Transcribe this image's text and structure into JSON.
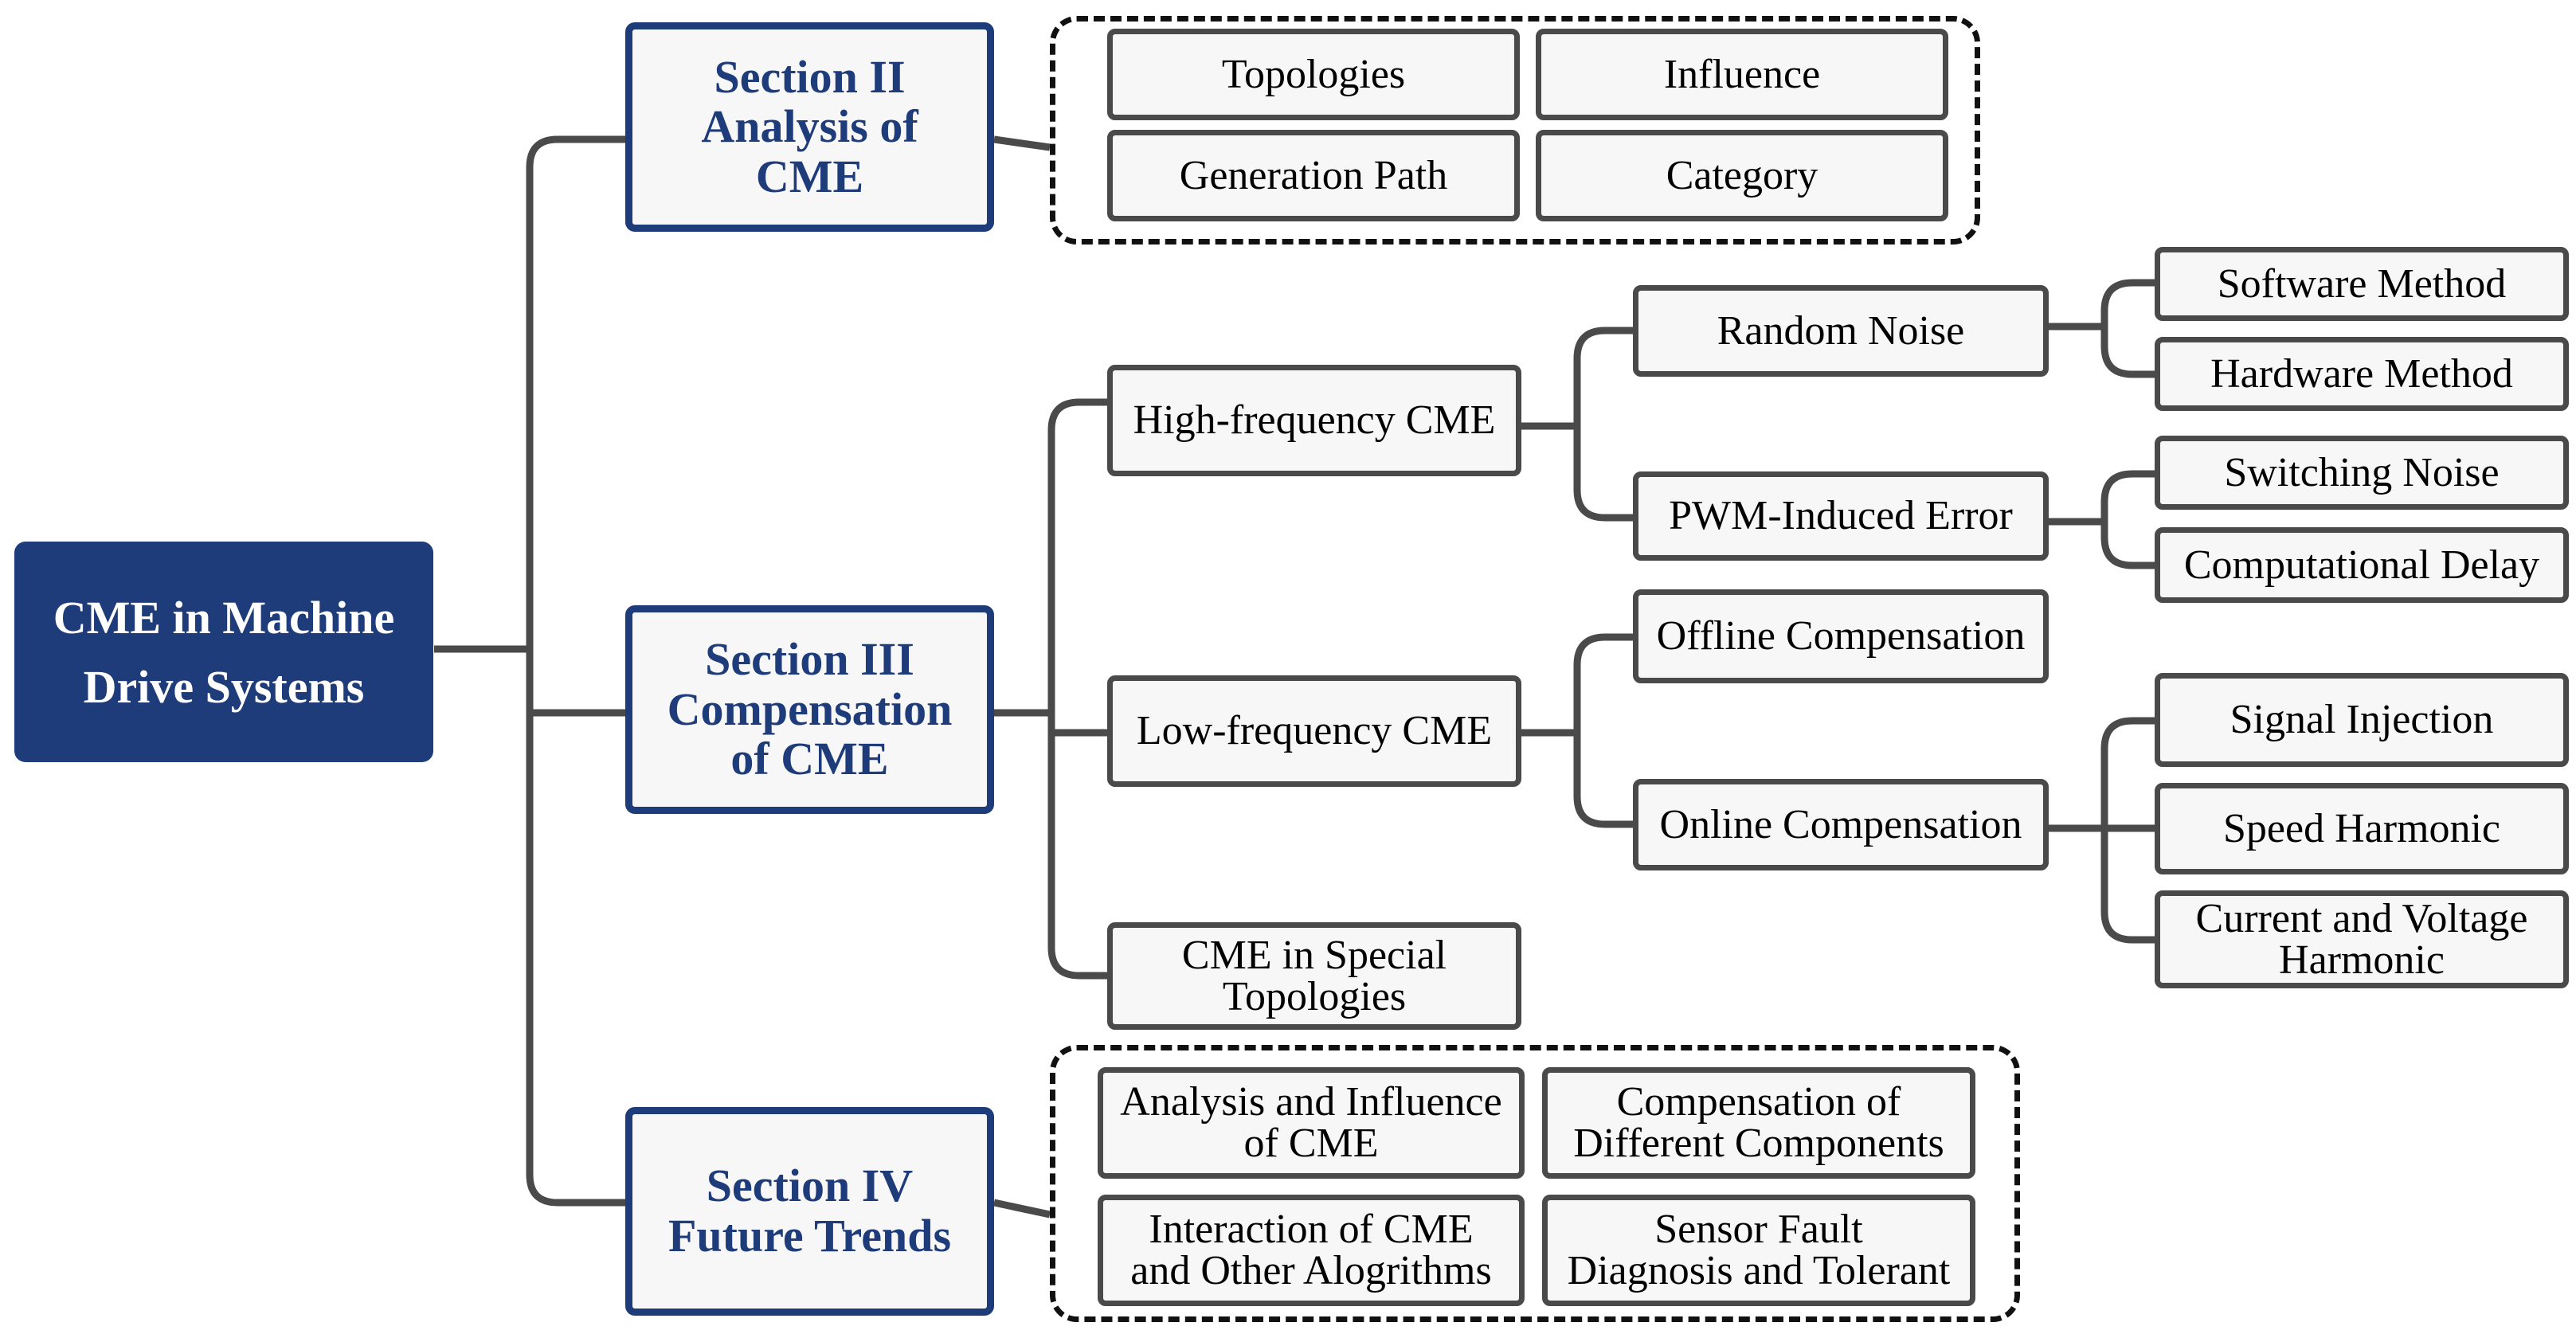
{
  "root": {
    "lines": [
      "CME in Machine",
      "Drive Systems"
    ]
  },
  "section2": {
    "title_lines": [
      "Section II",
      "Analysis of",
      "CME"
    ],
    "items": [
      "Topologies",
      "Influence",
      "Generation Path",
      "Category"
    ]
  },
  "section3": {
    "title_lines": [
      "Section III",
      "Compensation",
      "of CME"
    ],
    "high_freq": {
      "label": "High-frequency CME",
      "random_noise": {
        "label": "Random Noise",
        "children": [
          "Software Method",
          "Hardware Method"
        ]
      },
      "pwm_error": {
        "label": "PWM-Induced Error",
        "children": [
          "Switching Noise",
          "Computational Delay"
        ]
      }
    },
    "low_freq": {
      "label": "Low-frequency CME",
      "offline": {
        "label": "Offline Compensation"
      },
      "online": {
        "label": "Online Compensation",
        "children": [
          {
            "lines": [
              "Signal Injection"
            ]
          },
          {
            "lines": [
              "Speed Harmonic"
            ]
          },
          {
            "lines": [
              "Current and Voltage",
              "Harmonic"
            ]
          }
        ]
      }
    },
    "special": {
      "lines": [
        "CME in Special",
        "Topologies"
      ]
    }
  },
  "section4": {
    "title_lines": [
      "Section IV",
      "Future Trends"
    ],
    "items": [
      {
        "lines": [
          "Analysis and Influence",
          "of CME"
        ]
      },
      {
        "lines": [
          "Compensation of",
          "Different Components"
        ]
      },
      {
        "lines": [
          "Interaction of CME",
          "and Other Alogrithms"
        ]
      },
      {
        "lines": [
          "Sensor Fault",
          "Diagnosis and Tolerant"
        ]
      }
    ]
  },
  "colors": {
    "root_fill": "#1f3c7a",
    "section_border": "#1f3c7a",
    "node_border": "#4a4a4a",
    "node_fill": "#f7f7f7",
    "connector": "#4a4a4a"
  }
}
